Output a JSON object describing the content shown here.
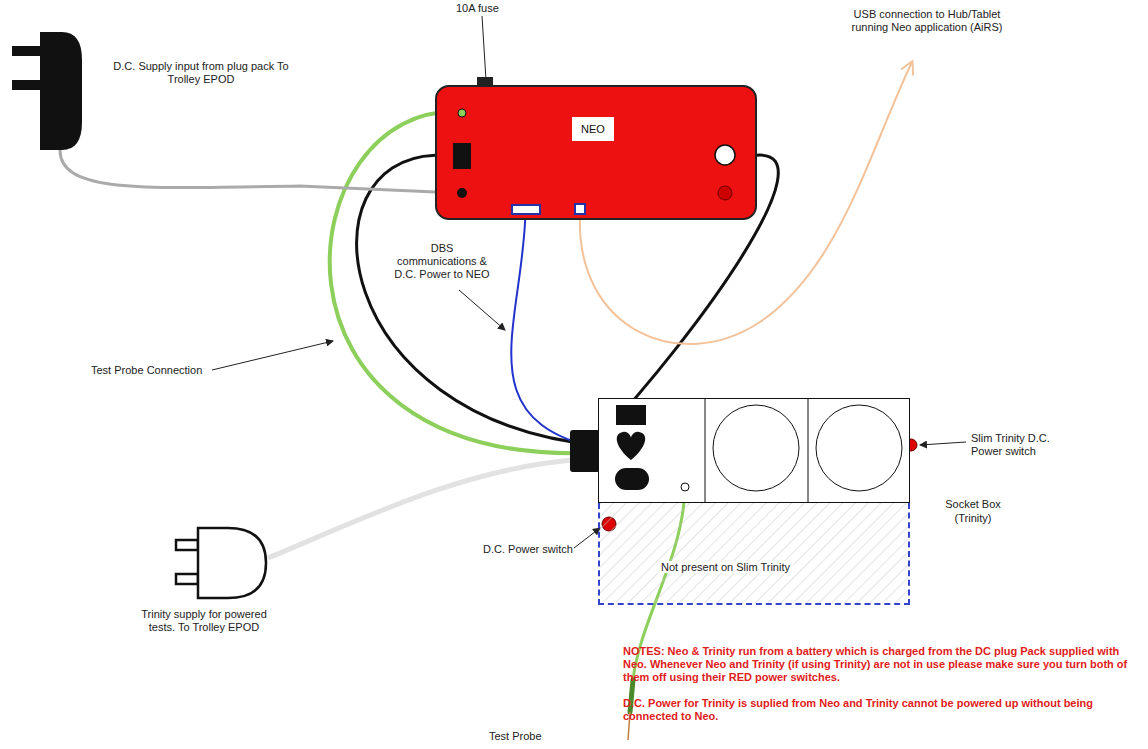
{
  "diagram": {
    "nodes": [
      {
        "text": [
          "NEO"
        ]
      },
      {
        "text": [
          "Socket Box (Trinity)"
        ]
      },
      {
        "text": [
          "Not present on Slim Trinity"
        ]
      }
    ],
    "edges": [
      {
        "from": 0,
        "to": 1,
        "arrow": "none"
      },
      {
        "from": 0,
        "to": 1,
        "arrow": "none"
      },
      {
        "from": 0,
        "to": 1,
        "arrow": "none"
      },
      {
        "from": 0,
        "to": 1,
        "arrow": "none"
      }
    ],
    "labels": [
      "10A fuse",
      "D.C. Supply input from plug pack To Trolley EPOD",
      "USB connection to Hub/Tablet running Neo application (AiRS)",
      "DBS communications & D.C. Power to NEO",
      "Test Probe Connection",
      "Slim Trinity D.C. Power switch",
      "D.C. Power switch",
      "Trinity supply for powered tests. To Trolley EPOD",
      "Test Probe",
      "NOTES: Neo & Trinity run from a battery which is charged from the DC plug Pack supplied with Neo. Whenever Neo and Trinity (if using Trinity) are not in use please make sure you turn both of them off using their RED power switches.",
      "D.C. Power for Trinity is suplied from Neo and Trinity cannot be powered up without being connected to Neo."
    ]
  }
}
